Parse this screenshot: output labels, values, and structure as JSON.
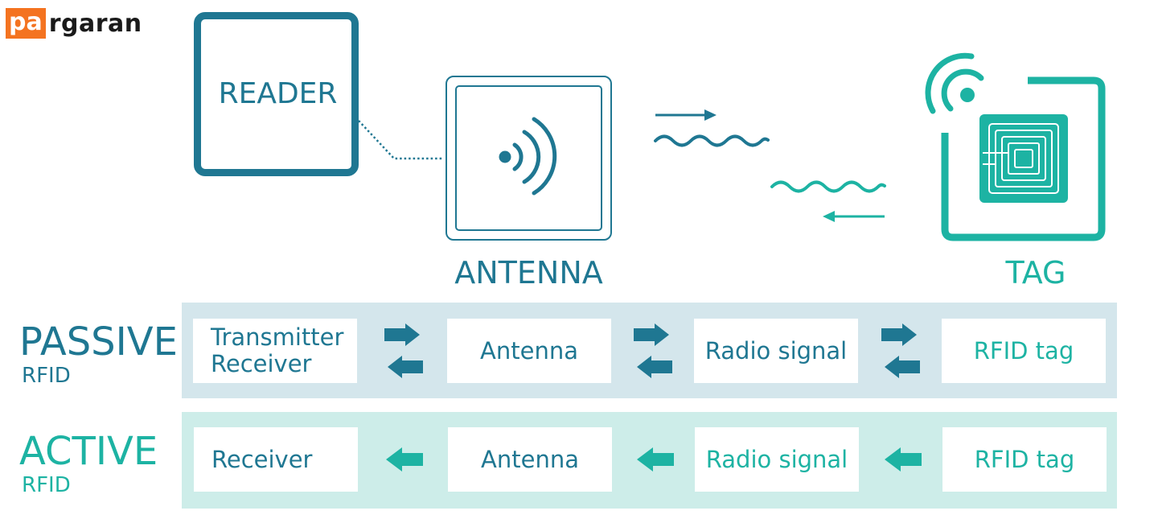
{
  "logo": {
    "part1": "pa",
    "part2": "rgaran"
  },
  "diagram": {
    "reader_label": "READER",
    "antenna_label": "ANTENNA",
    "tag_label": "TAG"
  },
  "passive": {
    "title": "PASSIVE",
    "subtitle": "RFID",
    "cells": [
      {
        "line1": "Transmitter",
        "line2": "Receiver"
      },
      {
        "line1": "Antenna",
        "line2": ""
      },
      {
        "line1": "Radio signal",
        "line2": ""
      },
      {
        "line1": "RFID tag",
        "line2": ""
      }
    ]
  },
  "active": {
    "title": "ACTIVE",
    "subtitle": "RFID",
    "cells": [
      {
        "line1": "Receiver"
      },
      {
        "line1": "Antenna"
      },
      {
        "line1": "Radio signal"
      },
      {
        "line1": "RFID tag"
      }
    ]
  },
  "colors": {
    "dark_blue": "#1f7792",
    "teal": "#1db3a3",
    "passive_band": "#d4e6ec",
    "active_band": "#cdede9",
    "logo_orange": "#f47320"
  },
  "icons": {
    "antenna": "broadcast-signal-icon",
    "tag": "rfid-chip-icon",
    "tag_signal": "wifi-signal-icon"
  }
}
